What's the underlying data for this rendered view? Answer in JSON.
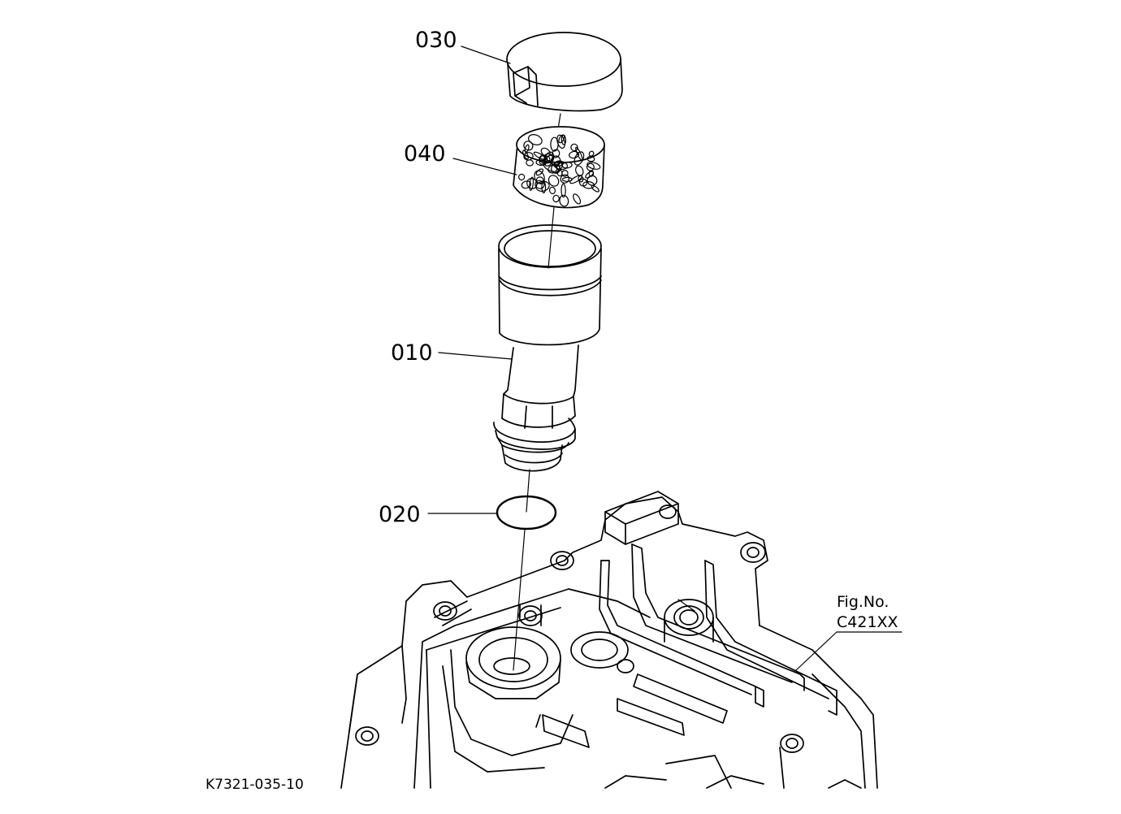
{
  "parts": [
    {
      "id": "030",
      "label": "030",
      "part": "cap"
    },
    {
      "id": "040",
      "label": "040",
      "part": "element"
    },
    {
      "id": "010",
      "label": "010",
      "part": "filler-tube"
    },
    {
      "id": "020",
      "label": "020",
      "part": "o-ring"
    }
  ],
  "figure": {
    "line1": "Fig.No.",
    "line2": "C421XX"
  },
  "reference": "K7321-035-10"
}
